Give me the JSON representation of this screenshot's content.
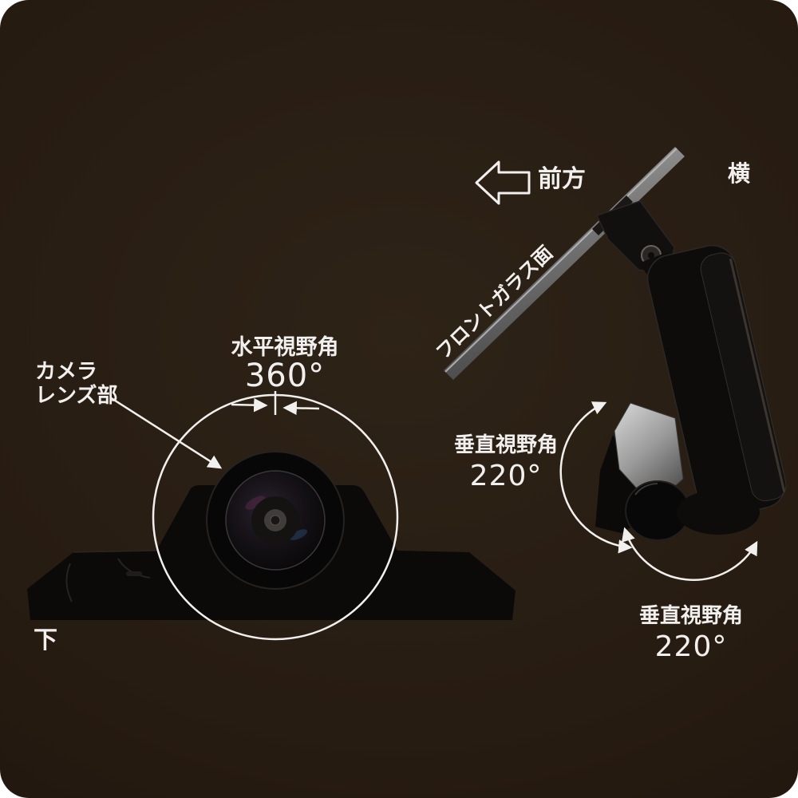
{
  "meta": {
    "description": "360-degree dashcam field-of-view product diagram",
    "background_color": "#261b11",
    "text_color": "#f2f0ee",
    "glass_color": "#8a8a8a",
    "metal_color": "#c9c9c9"
  },
  "bottom_view": {
    "view_label": "下",
    "lens_label_line1": "カメラ",
    "lens_label_line2": "レンズ部",
    "fov_label": "水平視野角",
    "fov_value": "360°"
  },
  "side_view": {
    "view_label": "横",
    "direction_label": "前方",
    "windshield_label": "フロントガラス面",
    "fov_upper_label": "垂直視野角",
    "fov_upper_value": "220°",
    "fov_lower_label": "垂直視野角",
    "fov_lower_value": "220°"
  }
}
